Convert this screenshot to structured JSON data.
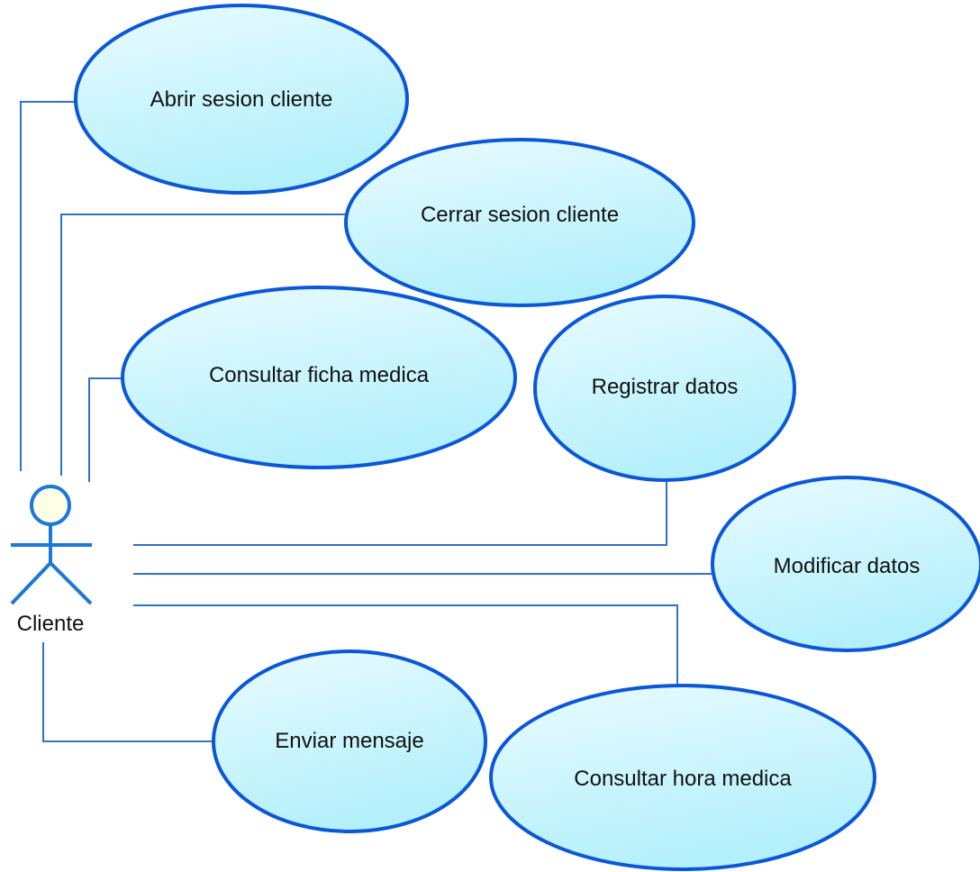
{
  "actor": {
    "name": "Cliente"
  },
  "use_cases": [
    {
      "id": "abrir-sesion-cliente",
      "label": "Abrir sesion cliente"
    },
    {
      "id": "cerrar-sesion-cliente",
      "label": "Cerrar sesion cliente"
    },
    {
      "id": "consultar-ficha-medica",
      "label": "Consultar ficha medica"
    },
    {
      "id": "registrar-datos",
      "label": "Registrar datos"
    },
    {
      "id": "modificar-datos",
      "label": "Modificar datos"
    },
    {
      "id": "enviar-mensaje",
      "label": "Enviar mensaje"
    },
    {
      "id": "consultar-hora-medica",
      "label": "Consultar hora medica"
    }
  ],
  "colors": {
    "line": "#2f72c9",
    "ellipse_border": "#0a57d9",
    "ellipse_fill_top": "#e9fbff",
    "ellipse_fill_bottom": "#b4f0fb",
    "actor_stroke": "#1c78d8",
    "actor_head_fill": "#fefde6"
  }
}
